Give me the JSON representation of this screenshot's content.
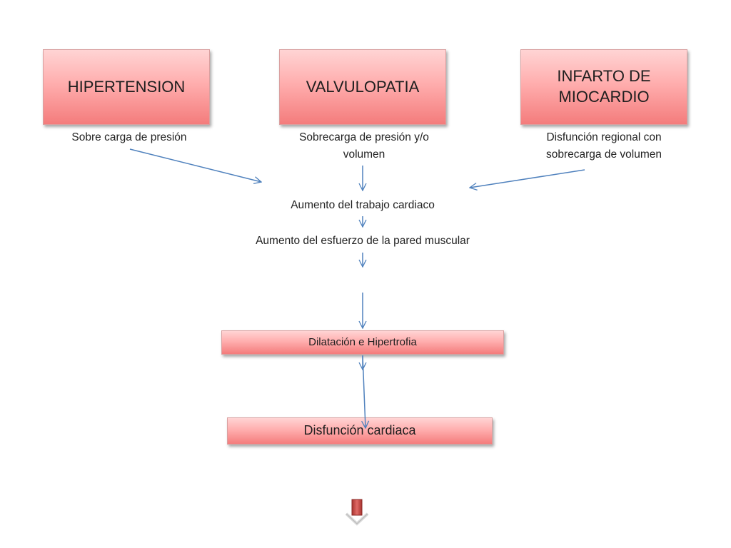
{
  "causes": [
    {
      "title": "HIPERTENSION",
      "effect": "Sobre carga de presión"
    },
    {
      "title": "VALVULOPATIA",
      "effect": "Sobrecarga de presión y/o volumen"
    },
    {
      "title": "INFARTO DE MIOCARDIO",
      "effect": "Disfunción regional con sobrecarga de volumen"
    }
  ],
  "steps": {
    "work": "Aumento del trabajo cardiaco",
    "wall_stress": "Aumento del esfuerzo de la pared muscular"
  },
  "dilation_box": "Dilatación e Hipertrofia",
  "dysfunction_box": "Disfunción cardiaca",
  "colors": {
    "box_gradient_top": "#ffd4d4",
    "box_gradient_bottom": "#f47c7c",
    "arrow": "#4f81bd",
    "next_arrow": "#c0504d"
  },
  "icons": {
    "next": "down-arrow-icon"
  }
}
